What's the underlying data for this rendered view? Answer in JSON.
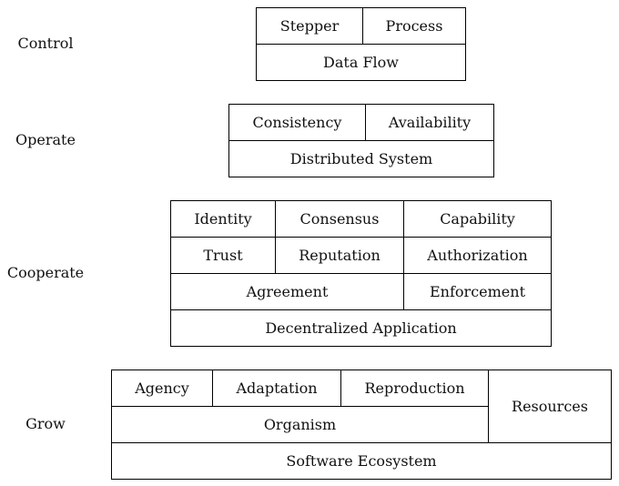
{
  "rows": {
    "control": {
      "label": "Control",
      "cells": {
        "stepper": "Stepper",
        "process": "Process",
        "data_flow": "Data Flow"
      }
    },
    "operate": {
      "label": "Operate",
      "cells": {
        "consistency": "Consistency",
        "availability": "Availability",
        "distributed_system": "Distributed System"
      }
    },
    "cooperate": {
      "label": "Cooperate",
      "cells": {
        "identity": "Identity",
        "consensus": "Consensus",
        "capability": "Capability",
        "trust": "Trust",
        "reputation": "Reputation",
        "authorization": "Authorization",
        "agreement": "Agreement",
        "enforcement": "Enforcement",
        "decentralized_application": "Decentralized Application"
      }
    },
    "grow": {
      "label": "Grow",
      "cells": {
        "agency": "Agency",
        "adaptation": "Adaptation",
        "reproduction": "Reproduction",
        "resources": "Resources",
        "organism": "Organism",
        "software_ecosystem": "Software Ecosystem"
      }
    }
  }
}
